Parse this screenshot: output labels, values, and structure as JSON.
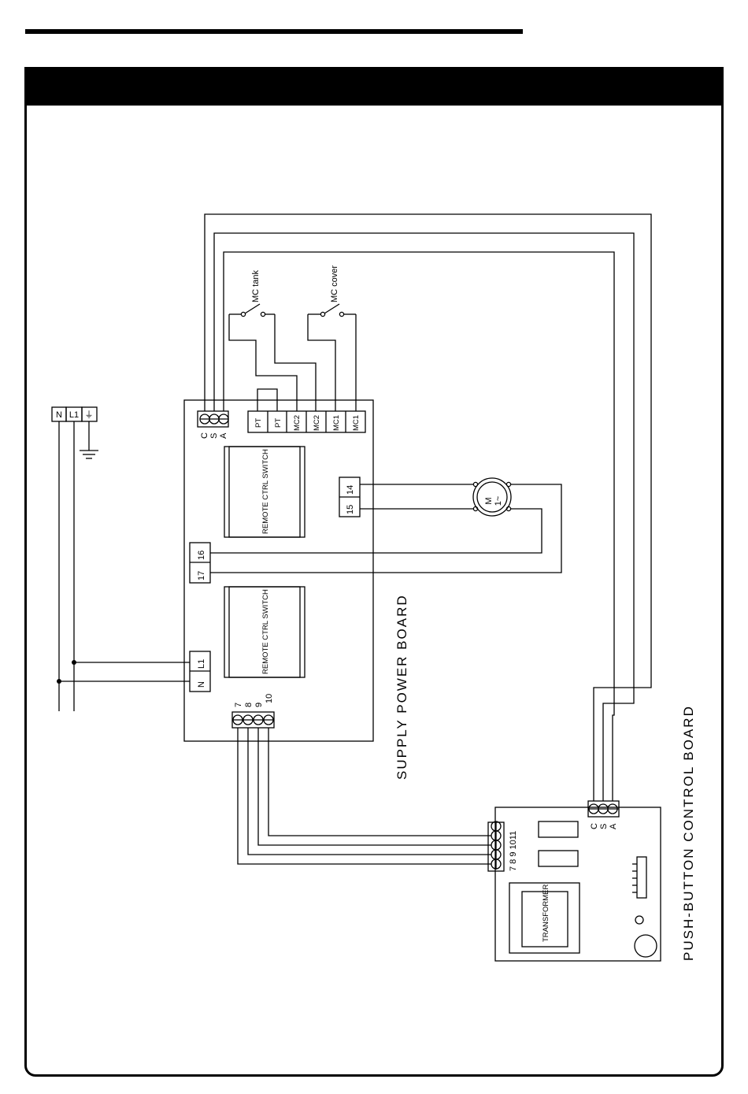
{
  "mains": {
    "n": "N",
    "l1": "L1",
    "earth": "⏚"
  },
  "supply_board": {
    "title": "SUPPLY POWER BOARD",
    "csa": [
      "C",
      "S",
      "A"
    ],
    "top_terminals": [
      "PT",
      "PT",
      "MC2",
      "MC2",
      "MC1",
      "MC1"
    ],
    "relay1": "REMOTE CTRL SWITCH",
    "relay2": "REMOTE CTRL SWITCH",
    "motor_terminals": [
      "14",
      "15"
    ],
    "side_terminals": [
      "16",
      "17"
    ],
    "mains_terminals": [
      "L1",
      "N"
    ],
    "bottom_terminals": [
      "7",
      "8",
      "9",
      "10"
    ]
  },
  "switches": {
    "tank": "MC tank",
    "cover": "MC cover"
  },
  "motor": {
    "m": "M",
    "phase": "1~"
  },
  "push_board": {
    "title": "PUSH-BUTTON CONTROL BOARD",
    "csa": [
      "C",
      "S",
      "A"
    ],
    "terminals": [
      "7",
      "8",
      "9",
      "10",
      "11"
    ],
    "terminals_label": "7 8 9 1011",
    "transformer": "TRANSFORMER"
  }
}
